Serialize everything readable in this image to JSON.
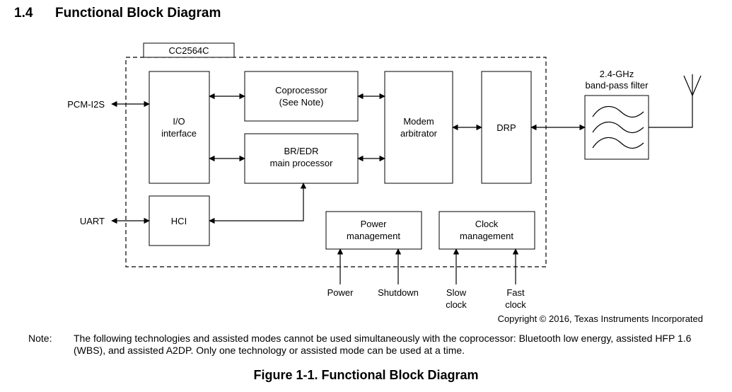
{
  "section": {
    "number": "1.4",
    "title": "Functional Block Diagram"
  },
  "diagram": {
    "chip_label": "CC2564C",
    "blocks": {
      "io": [
        "I/O",
        "interface"
      ],
      "coprocessor": [
        "Coprocessor",
        "(See Note)"
      ],
      "bredr": [
        "BR/EDR",
        "main processor"
      ],
      "modem": [
        "Modem",
        "arbitrator"
      ],
      "drp": [
        "DRP"
      ],
      "hci": [
        "HCI"
      ],
      "power": [
        "Power",
        "management"
      ],
      "clock": [
        "Clock",
        "management"
      ]
    },
    "external": {
      "pcm": "PCM-I2S",
      "uart": "UART",
      "filter": [
        "2.4-GHz",
        "band-pass filter"
      ],
      "power_in": [
        "Power"
      ],
      "shutdown_in": [
        "Shutdown"
      ],
      "slow_clock_in": [
        "Slow",
        "clock"
      ],
      "fast_clock_in": [
        "Fast",
        "clock"
      ]
    },
    "copyright": "Copyright © 2016, Texas Instruments Incorporated"
  },
  "note": {
    "label": "Note:",
    "text": "The following technologies and assisted modes cannot be used simultaneously with the coprocessor: Bluetooth low energy, assisted HFP 1.6 (WBS), and assisted A2DP. Only one technology or assisted mode can be used at a time."
  },
  "figure_caption": "Figure 1-1. Functional Block Diagram"
}
